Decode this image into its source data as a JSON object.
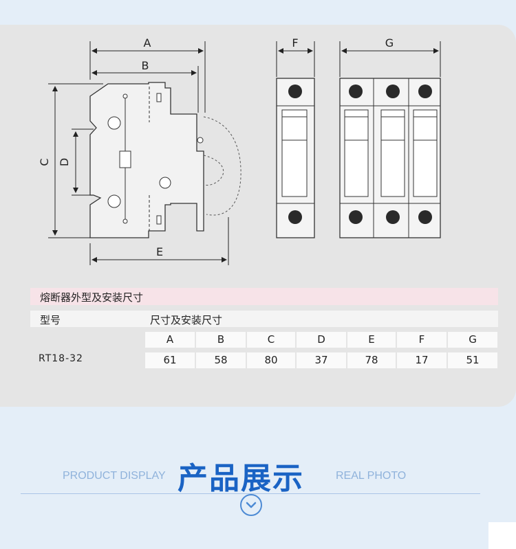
{
  "section_title": "熔断器外型及安装尺寸",
  "table": {
    "header_left": "型号",
    "header_right": "尺寸及安装尺寸",
    "columns": [
      "A",
      "B",
      "C",
      "D",
      "E",
      "F",
      "G"
    ],
    "rows": [
      {
        "model": "RT18-32",
        "values": [
          "61",
          "58",
          "80",
          "37",
          "78",
          "17",
          "51"
        ]
      }
    ]
  },
  "drawing_labels": {
    "A": "A",
    "B": "B",
    "C": "C",
    "D": "D",
    "E": "E",
    "F": "F",
    "G": "G"
  },
  "product_display": {
    "left": "PRODUCT DISPLAY",
    "main": "产品展示",
    "right": "REAL PHOTO"
  },
  "colors": {
    "accent_blue": "#1a63c4",
    "light_blue": "#8fb2db",
    "title_bg": "#f7e3e8",
    "card_bg": "#e5e5e5",
    "page_bg": "#e4eef8"
  },
  "icons": [
    "chevron-down-icon"
  ]
}
